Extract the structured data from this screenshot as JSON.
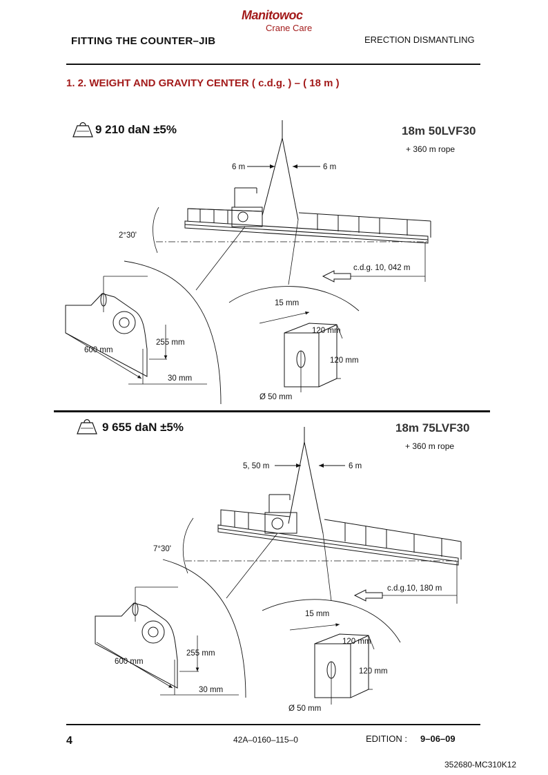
{
  "header": {
    "brand": "Manitowoc",
    "brand_sub": "Crane Care",
    "left_title": "FITTING THE COUNTER–JIB",
    "right_title": "ERECTION DISMANTLING"
  },
  "section_title": "1. 2. WEIGHT AND GRAVITY CENTER  ( c.d.g. ) – ( 18 m )",
  "panels": [
    {
      "weight": "9 210 daN ±5%",
      "model": "18m  50LVF30",
      "rope": "+ 360 m rope",
      "left_dist": "6 m",
      "right_dist": "6 m",
      "angle": "2°30'",
      "cdg": "c.d.g. 10, 042 m",
      "dims": {
        "d15": "15 mm",
        "d120a": "120 mm",
        "d120b": "120 mm",
        "diam": "Ø 50 mm",
        "d255": "255 mm",
        "d600": "600 mm",
        "d30": "30 mm"
      }
    },
    {
      "weight": "9 655 daN ±5%",
      "model": "18m 75LVF30",
      "rope": "+ 360 m rope",
      "left_dist": "5, 50 m",
      "right_dist": "6 m",
      "angle": "7°30'",
      "cdg": "c.d.g.10, 180 m",
      "dims": {
        "d15": "15 mm",
        "d120a": "120 mm",
        "d120b": "120 mm",
        "diam": "Ø 50 mm",
        "d255": "255 mm",
        "d600": "600 mm",
        "d30": "30 mm"
      }
    }
  ],
  "footer": {
    "page": "4",
    "code": "42A–0160–115–0",
    "edition_label": "EDITION :",
    "edition_value": "9–06–09",
    "ref": "352680-MC310K12"
  }
}
